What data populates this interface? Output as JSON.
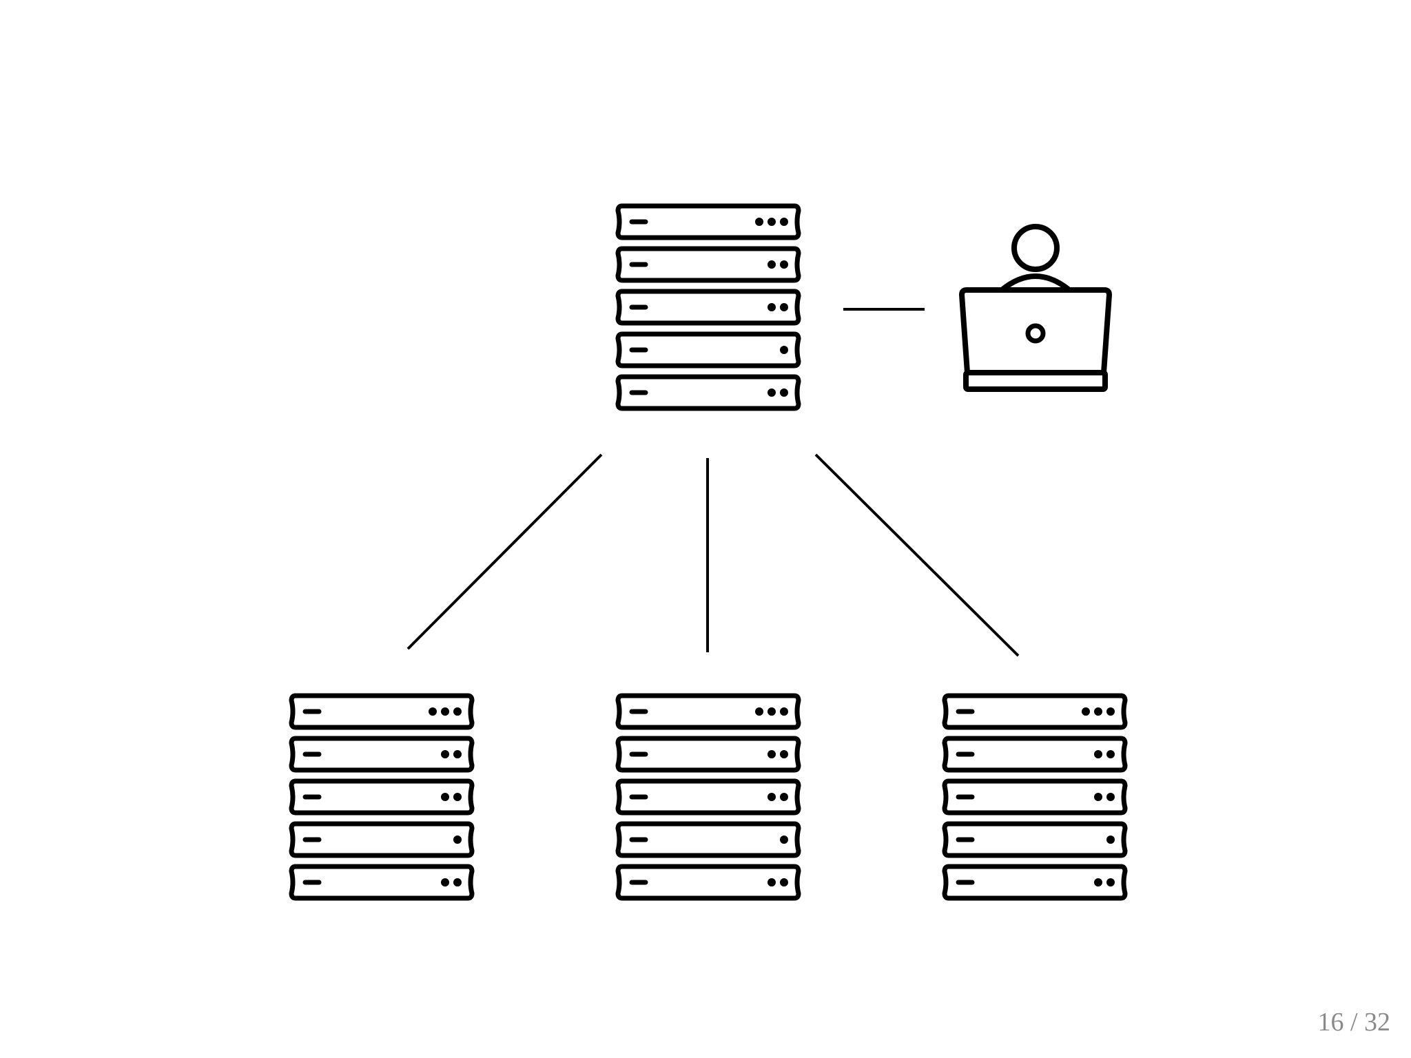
{
  "slide": {
    "page_number": "16 / 32"
  },
  "diagram": {
    "nodes": [
      {
        "id": "master-server",
        "kind": "server",
        "icon": "server-rack-icon"
      },
      {
        "id": "client-user",
        "kind": "user-laptop",
        "icon": "user-laptop-icon"
      },
      {
        "id": "worker-server-1",
        "kind": "server",
        "icon": "server-rack-icon"
      },
      {
        "id": "worker-server-2",
        "kind": "server",
        "icon": "server-rack-icon"
      },
      {
        "id": "worker-server-3",
        "kind": "server",
        "icon": "server-rack-icon"
      }
    ],
    "edges": [
      {
        "from": "master-server",
        "to": "client-user"
      },
      {
        "from": "master-server",
        "to": "worker-server-1"
      },
      {
        "from": "master-server",
        "to": "worker-server-2"
      },
      {
        "from": "master-server",
        "to": "worker-server-3"
      }
    ],
    "server_unit_lights": [
      3,
      2,
      2,
      1,
      2
    ],
    "colors": {
      "stroke": "#000000",
      "background": "#ffffff",
      "page_number": "#8a8a8a"
    }
  }
}
